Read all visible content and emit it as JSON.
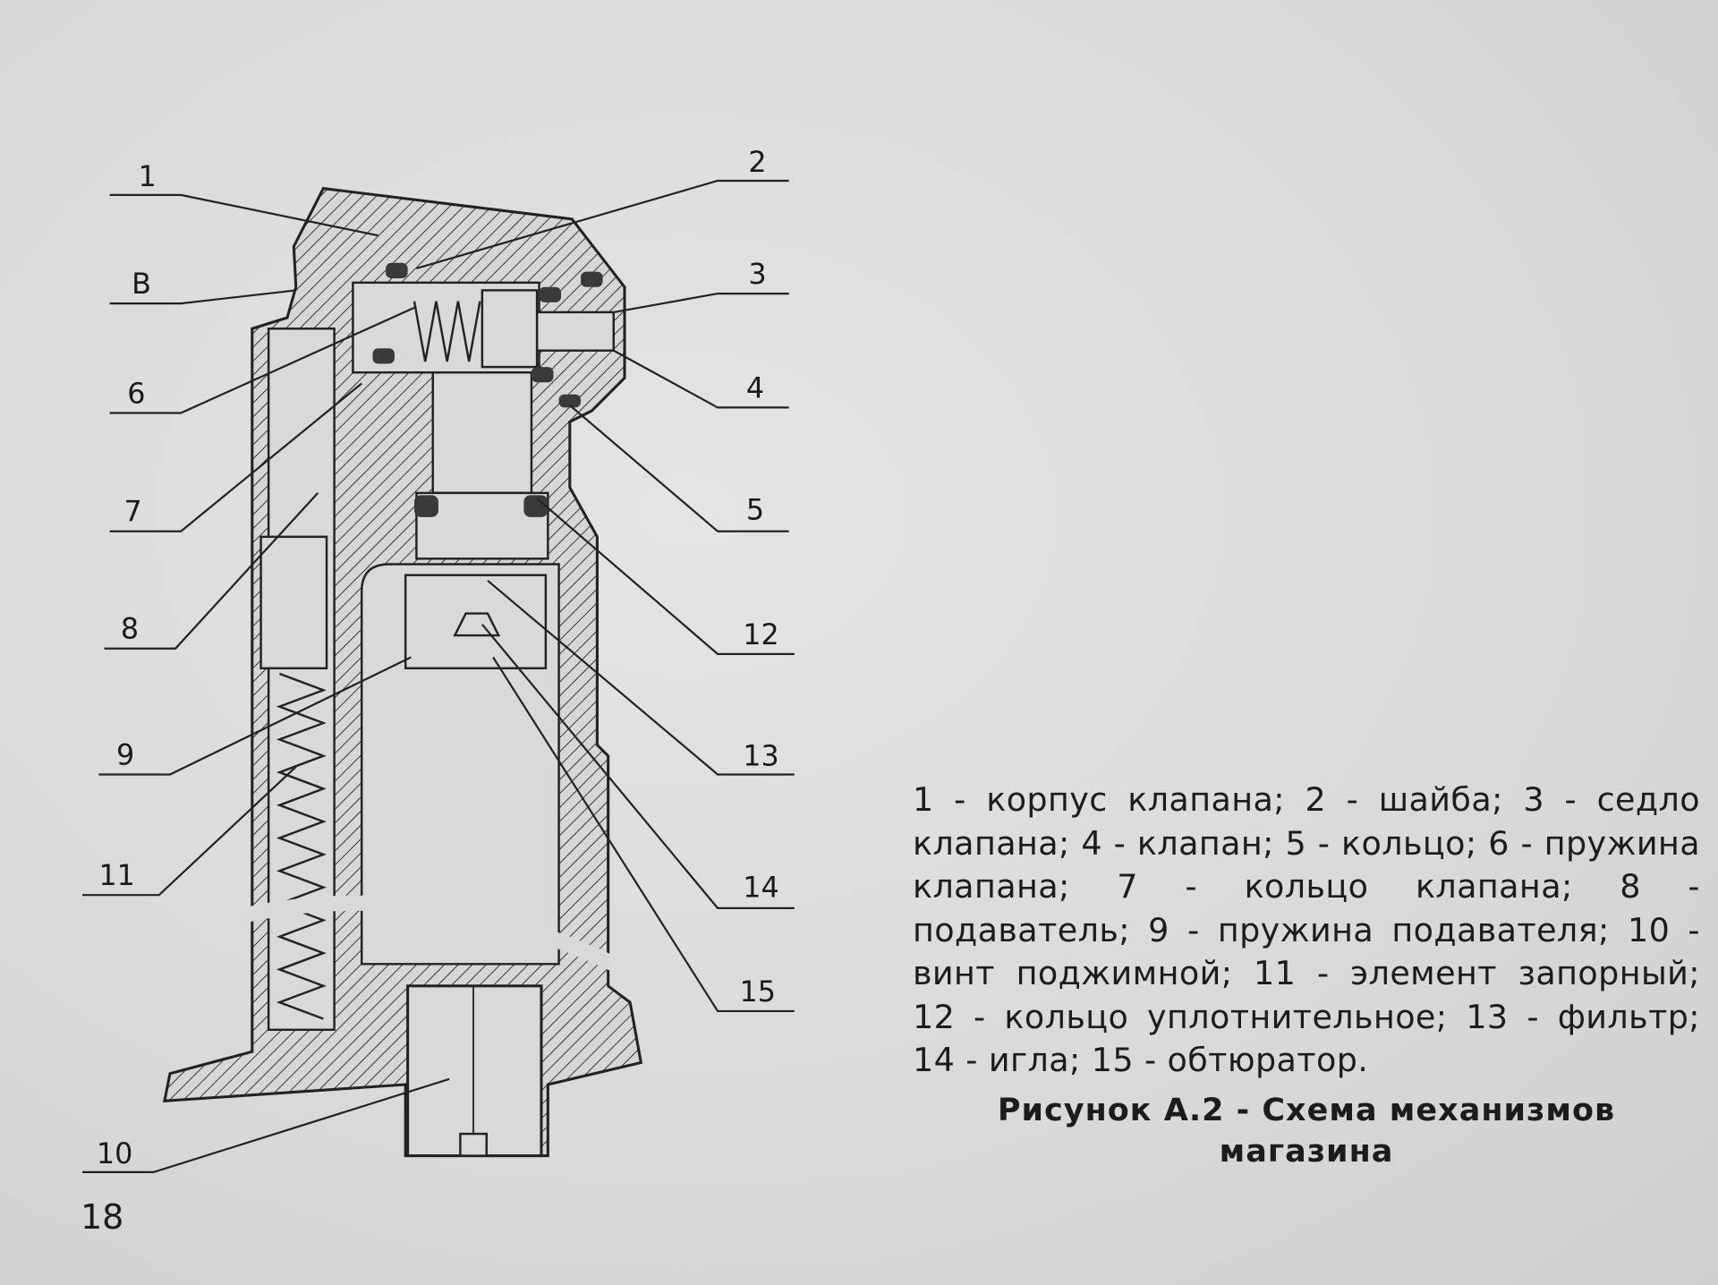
{
  "figure": {
    "callouts": [
      {
        "id": "1"
      },
      {
        "id": "2"
      },
      {
        "id": "B"
      },
      {
        "id": "3"
      },
      {
        "id": "6"
      },
      {
        "id": "4"
      },
      {
        "id": "7"
      },
      {
        "id": "5"
      },
      {
        "id": "8"
      },
      {
        "id": "12"
      },
      {
        "id": "9"
      },
      {
        "id": "13"
      },
      {
        "id": "11"
      },
      {
        "id": "14"
      },
      {
        "id": "15"
      },
      {
        "id": "10"
      }
    ]
  },
  "legend": "1 - корпус клапана; 2 - шайба; 3 - седло клапана; 4 - клапан; 5 - кольцо; 6 - пружина клапана; 7 - кольцо клапана; 8 - подаватель; 9 - пружина подавателя; 10 - винт поджимной; 11 - элемент запорный; 12 - кольцо уплотнительное; 13 - фильтр; 14 - игла; 15 - обтюратор.",
  "caption": {
    "line1": "Рисунок А.2 - Схема механизмов",
    "line2": "магазина"
  },
  "page_number": "18",
  "colors": {
    "paper": "#dcdcda",
    "ink": "#1c1c1c",
    "seal": "#3a3a3a"
  }
}
